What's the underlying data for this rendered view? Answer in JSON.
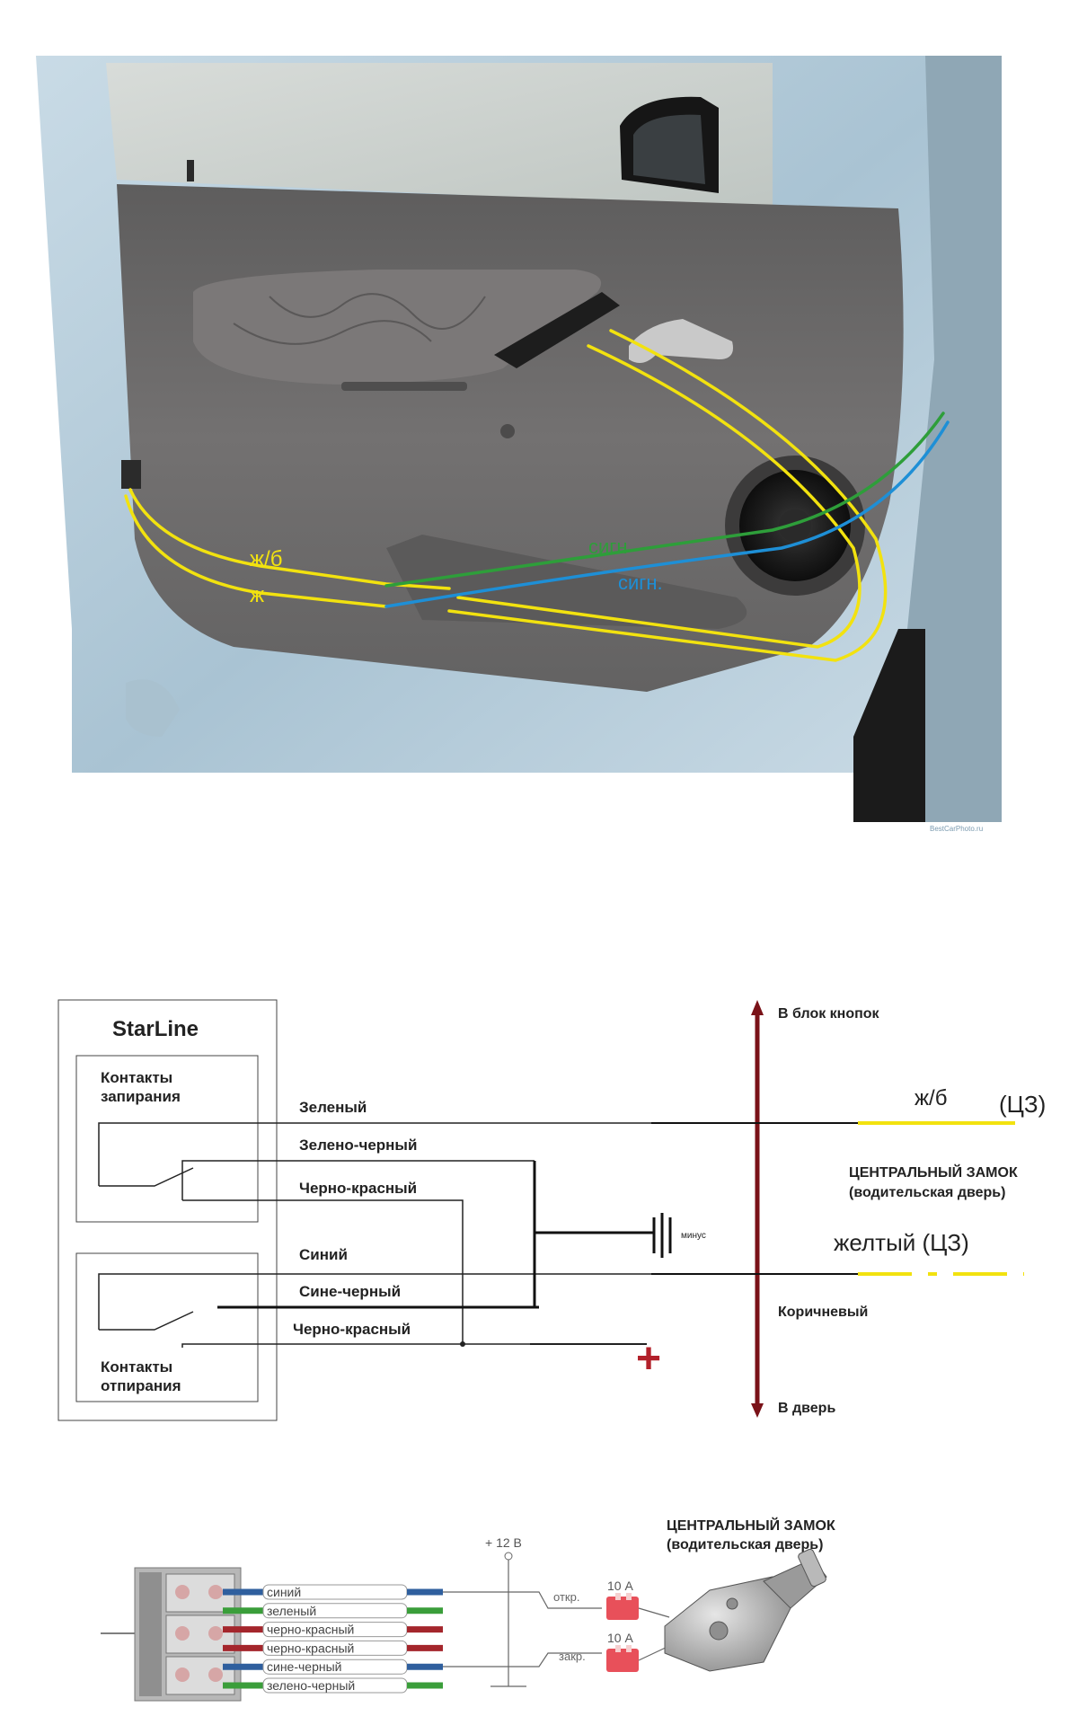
{
  "photo": {
    "labels": {
      "yellow_black": "ж/б",
      "yellow": "ж",
      "signal_green": "сигн",
      "signal_blue": "сигн."
    },
    "watermark": "BestCarPhoto.ru",
    "colors": {
      "yellow_wire": "#f2e20f",
      "green_wire": "#2e9e3a",
      "blue_wire": "#1e8fd6",
      "door_panel": "#6c6b6b",
      "door_frame": "#b9cfdc"
    }
  },
  "schematic": {
    "brand": "StarLine",
    "lock_block": "Контакты\nзапирания",
    "unlock_block": "Контакты\nотпирания",
    "wires": {
      "green": "Зеленый",
      "green_black": "Зелено-черный",
      "black_red_1": "Черно-красный",
      "blue": "Синий",
      "blue_black": "Сине-черный",
      "black_red_2": "Черно-красный"
    },
    "minus": "минус",
    "plus": "+",
    "to_buttons": "В блок кнопок",
    "to_door": "В дверь",
    "brown": "Коричневый",
    "yb_label": "ж/б",
    "cz_label": "(ЦЗ)",
    "yellow_cz_label": "желтый (ЦЗ)",
    "central_lock_title": "ЦЕНТРАЛЬНЫЙ ЗАМОК",
    "central_lock_sub": "(водительская дверь)",
    "colors": {
      "axis": "#7a1218",
      "plus": "#b2202a",
      "yellow": "#f2e20f"
    }
  },
  "connector_diagram": {
    "title": "ЦЕНТРАЛЬНЫЙ ЗАМОК",
    "subtitle": "(водительская дверь)",
    "plus12": "+ 12 В",
    "fuse_top": "10 А",
    "fuse_bottom": "10 А",
    "open_label": "откр.",
    "close_label": "закр.",
    "wires": [
      "синий",
      "зеленый",
      "черно-красный",
      "черно-красный",
      "сине-черный",
      "зелено-черный"
    ],
    "colors": {
      "blue": "#2f5f9e",
      "green": "#3a9e3a",
      "red": "#a4262c",
      "fuse": "#e8505a"
    }
  }
}
